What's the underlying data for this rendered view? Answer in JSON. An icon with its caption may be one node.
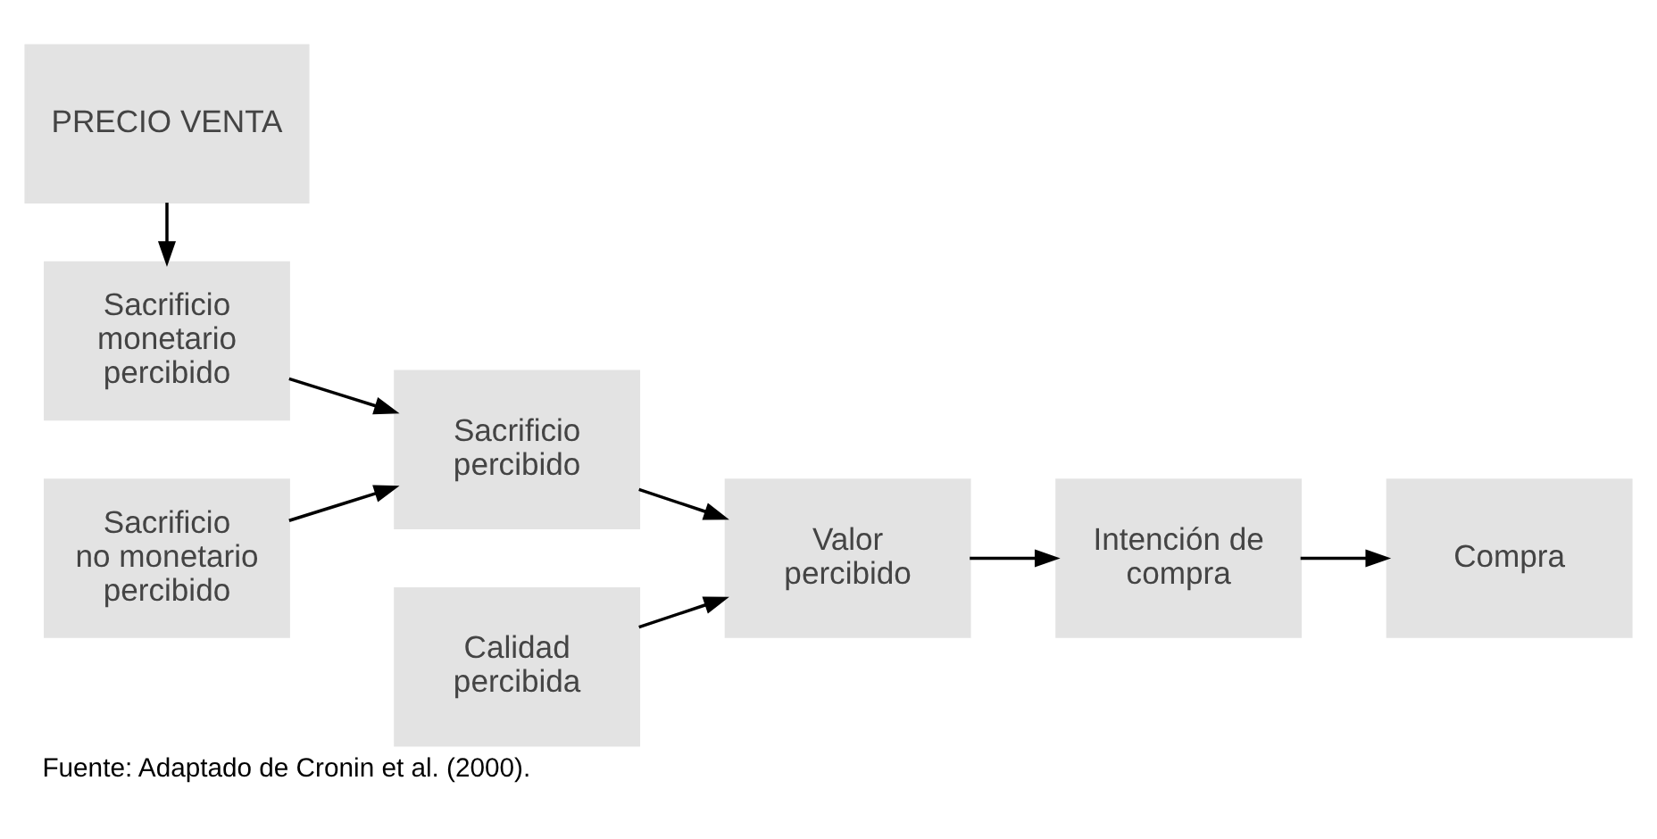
{
  "diagram": {
    "caption": "Fuente: Adaptado de Cronin et al. (2000).",
    "nodes": [
      {
        "text": [
          "PRECIO VENTA"
        ]
      },
      {
        "text": [
          "Sacrificio monetario percibido"
        ]
      },
      {
        "text": [
          "Sacrificio no monetario percibido"
        ]
      },
      {
        "text": [
          "Calidad percibida"
        ]
      },
      {
        "text": [
          "Sacrificio percibido"
        ]
      },
      {
        "text": [
          "Valor percibido"
        ]
      },
      {
        "text": [
          "Intención de compra"
        ]
      },
      {
        "text": [
          "Compra"
        ]
      }
    ],
    "edges": [
      {
        "from": 0,
        "to": 1,
        "arrow": "to"
      },
      {
        "from": 1,
        "to": 4,
        "arrow": "to"
      },
      {
        "from": 2,
        "to": 4,
        "arrow": "to"
      },
      {
        "from": 3,
        "to": 5,
        "arrow": "to"
      },
      {
        "from": 4,
        "to": 5,
        "arrow": "to"
      },
      {
        "from": 5,
        "to": 6,
        "arrow": "to"
      },
      {
        "from": 6,
        "to": 7,
        "arrow": "to"
      }
    ]
  }
}
